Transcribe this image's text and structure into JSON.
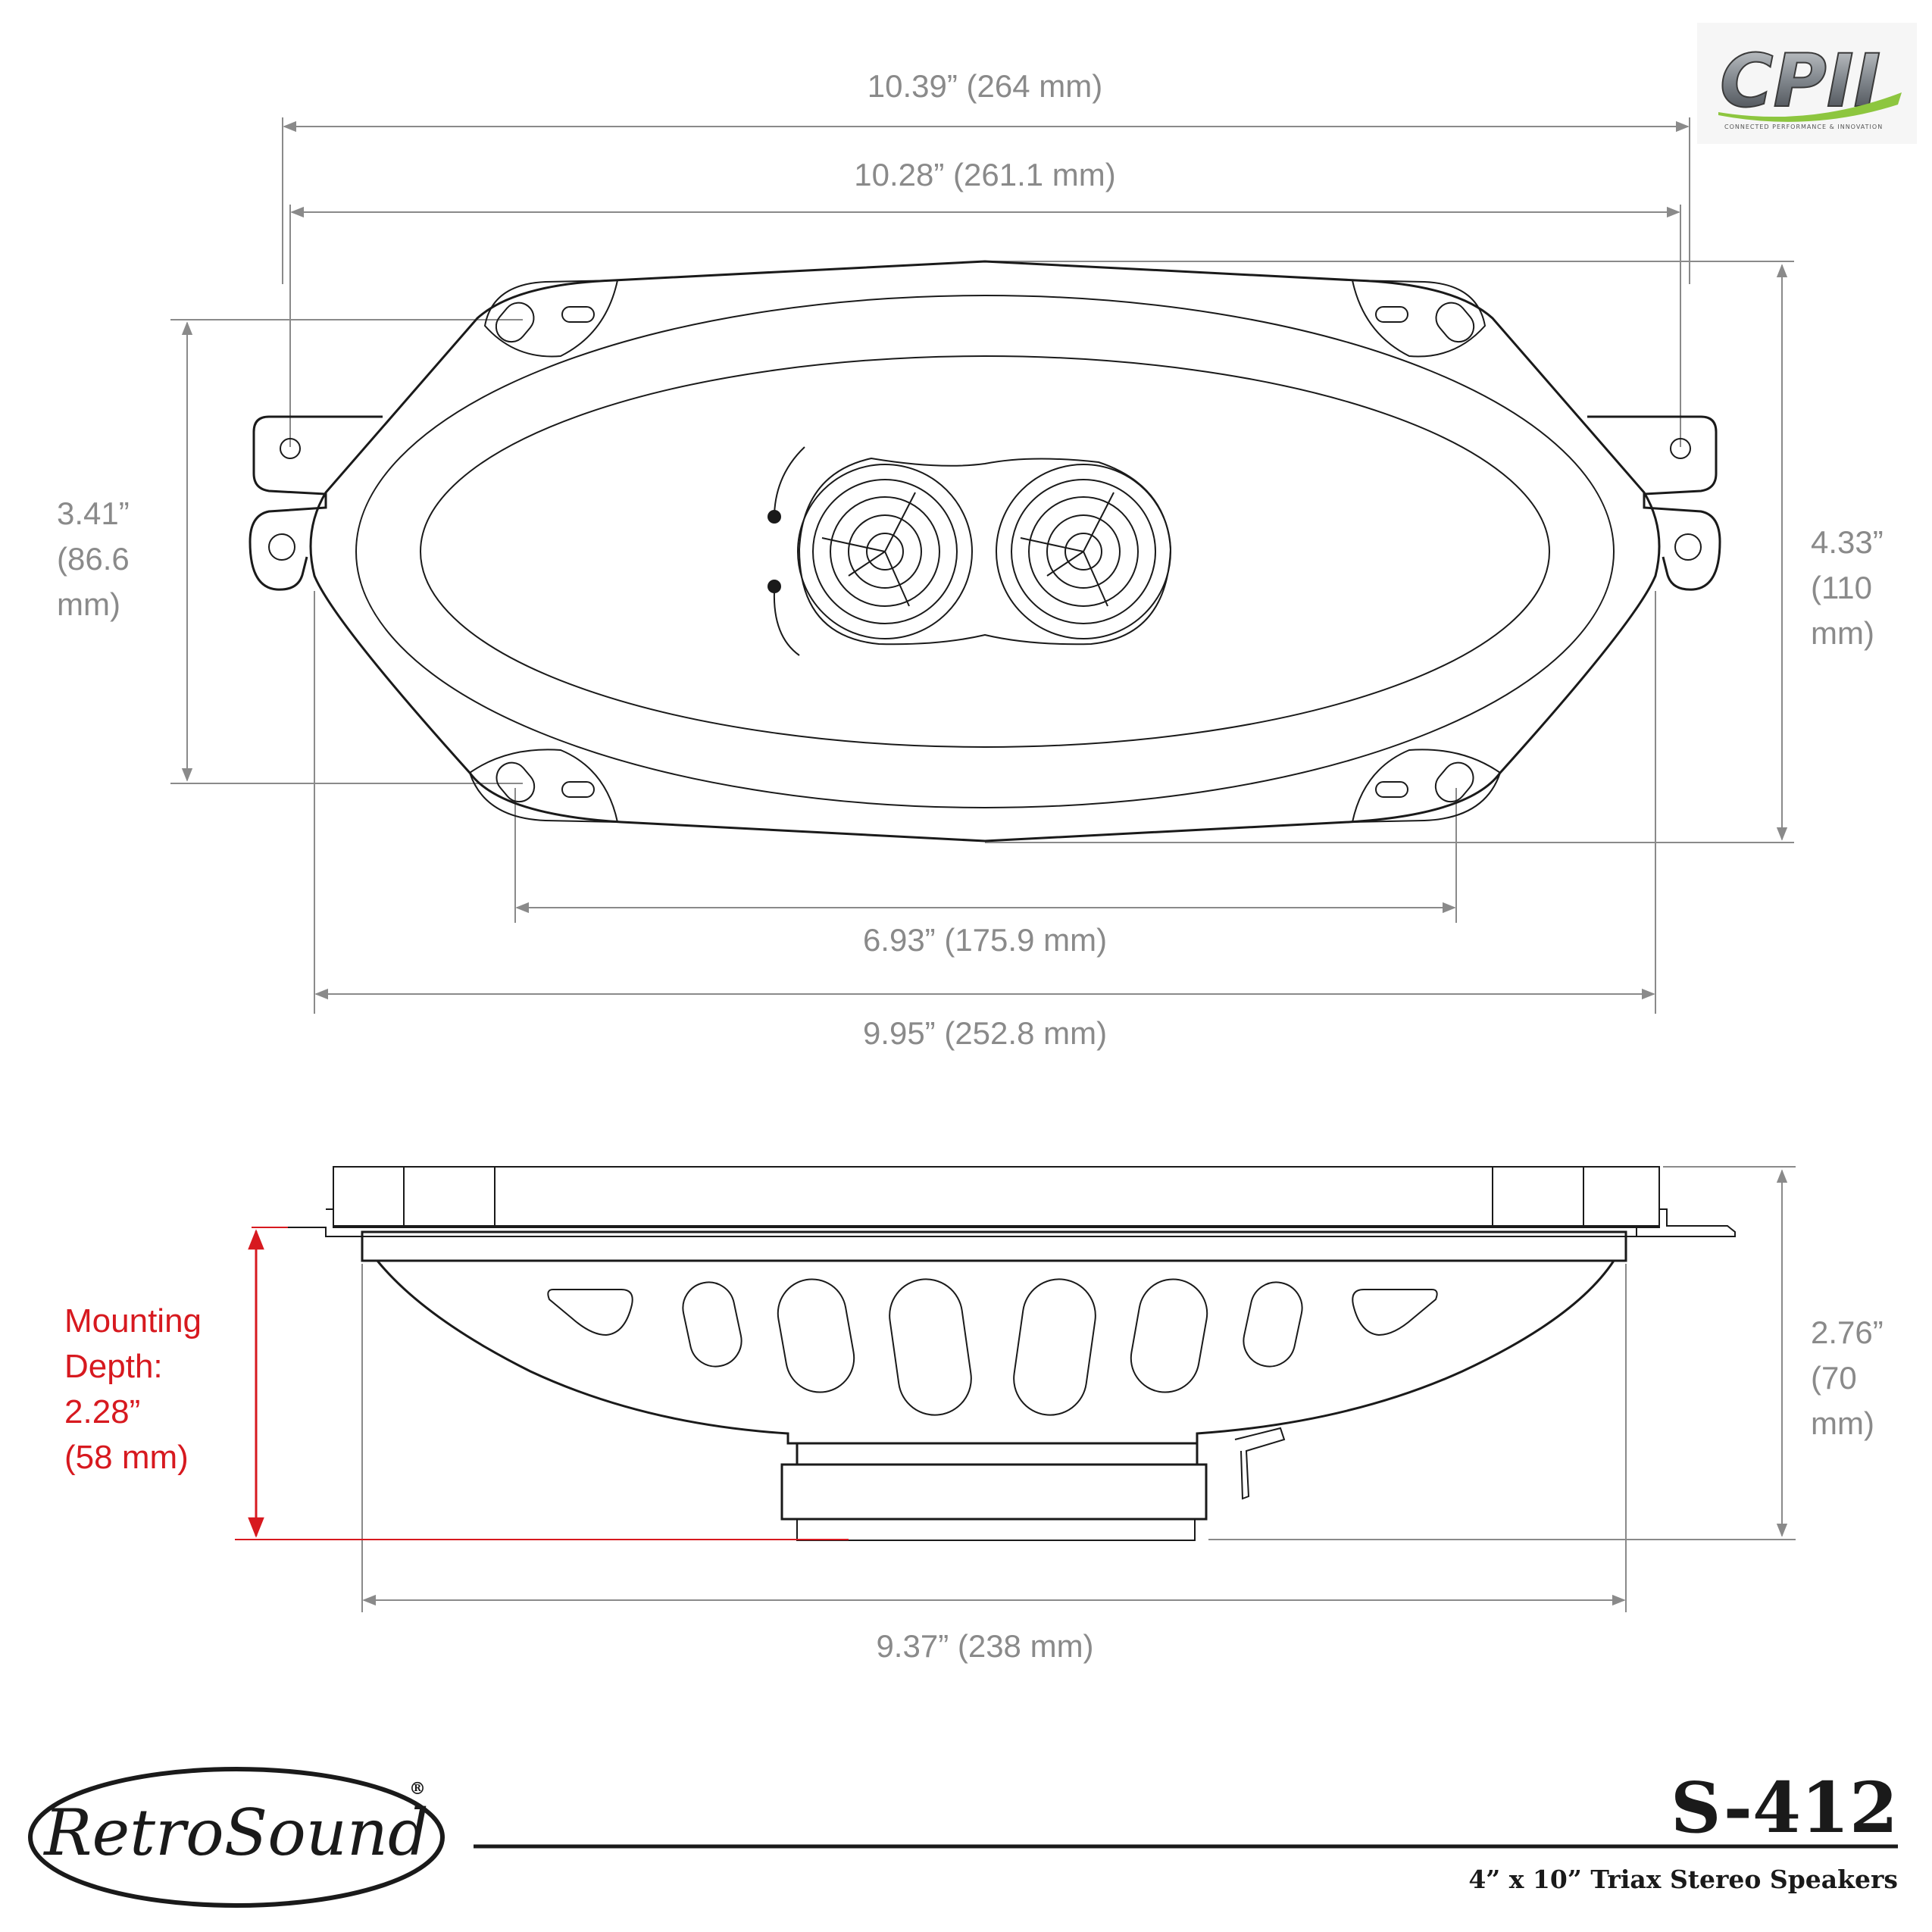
{
  "top_view": {
    "overall_width": "10.39” (264 mm)",
    "flange_hole_width": "10.28” (261.1 mm)",
    "inner_hole_spacing": "6.93” (175.9 mm)",
    "basket_width": "9.95” (252.8 mm)",
    "hole_height": {
      "line1": "3.41”",
      "line2": "(86.6",
      "line3": "mm)"
    },
    "overall_height": {
      "line1": "4.33”",
      "line2": "(110",
      "line3": "mm)"
    }
  },
  "side_view": {
    "depth": {
      "line1": "2.76”",
      "line2": "(70",
      "line3": "mm)"
    },
    "bottom_width": "9.37” (238 mm)",
    "mounting_depth": {
      "line1": "Mounting",
      "line2": "Depth:",
      "line3": "2.28”",
      "line4": "(58 mm)"
    }
  },
  "branding": {
    "model": "S-412",
    "product_name": "4” x 10” Triax Stereo Speakers",
    "logo_text": "RetroSound",
    "registered_mark": "®",
    "badge_text": "CPII",
    "badge_tagline": "CONNECTED PERFORMANCE & INNOVATION",
    "accent_red": "#d7191f",
    "accent_green": "#8dc63f",
    "dimension_gray": "#8a8a8a"
  }
}
